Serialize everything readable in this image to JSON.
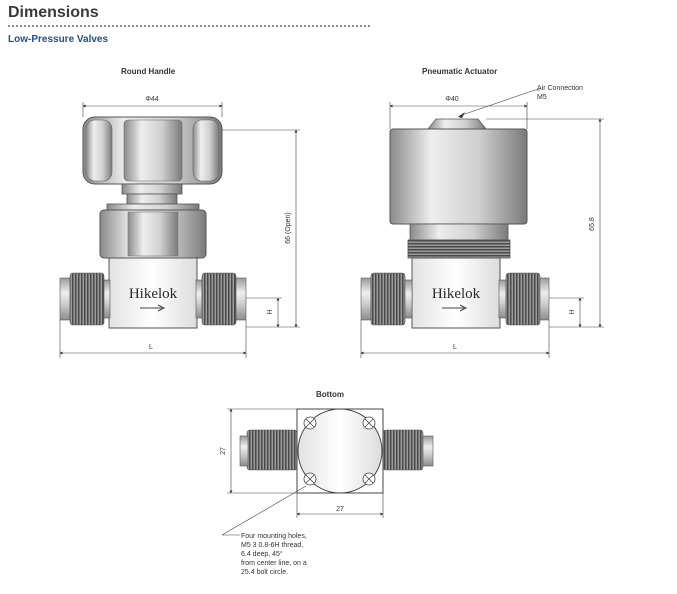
{
  "header": {
    "title": "Dimensions",
    "subtitle": "Low-Pressure Valves"
  },
  "views": {
    "round_handle": {
      "title": "Round Handle",
      "diameter": "Φ44",
      "height": "66 (Open)",
      "h_label": "H",
      "l_label": "L",
      "brand": "Hikelok"
    },
    "pneumatic": {
      "title": "Pneumatic Actuator",
      "diameter": "Φ40",
      "height": "65.8",
      "h_label": "H",
      "l_label": "L",
      "brand": "Hikelok",
      "air_connection_line1": "Air Connection",
      "air_connection_line2": "M5"
    },
    "bottom": {
      "title": "Bottom",
      "width": "27",
      "height": "27",
      "note_lines": [
        "Four mounting holes,",
        "M5 3 0.8-6H thread,",
        "6.4 deep, 45°",
        "from center line, on a",
        "25.4 bolt circle."
      ]
    }
  }
}
